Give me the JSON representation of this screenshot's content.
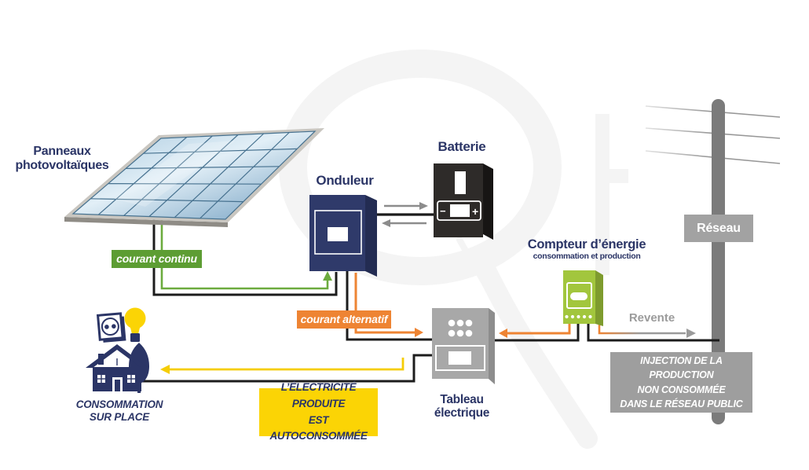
{
  "title_labels": {
    "panels_line1": "Panneaux",
    "panels_line2": "photovoltaïques",
    "inverter": "Onduleur",
    "battery": "Batterie",
    "meter_title": "Compteur d’énergie",
    "meter_subtitle": "consommation et production",
    "switchboard_line1": "Tableau",
    "switchboard_line2": "électrique",
    "grid": "Réseau",
    "resale": "Revente",
    "consumption_line1": "CONSOMMATION",
    "consumption_line2": "SUR PLACE"
  },
  "flow_labels": {
    "dc": "courant continu",
    "ac": "courant alternatif",
    "self_consumed_line1": "L’ÉLECTRICITÉ PRODUITE",
    "self_consumed_line2": "EST AUTOCONSOMMÉE",
    "injection_line1": "INJECTION DE LA PRODUCTION",
    "injection_line2": "NON CONSOMMÉE",
    "injection_line3": "DANS LE RÉSEAU PUBLIC"
  },
  "battery_terminals": {
    "minus": "−",
    "plus": "+"
  },
  "colors": {
    "navy": "#2b3566",
    "inverter_front": "#2f3a6a",
    "inverter_side": "#232c52",
    "battery_front": "#2e2b29",
    "battery_side": "#171514",
    "meter_front": "#a2c63d",
    "meter_side": "#7e9b2e",
    "switchboard_front": "#a8a8a8",
    "switchboard_side": "#8d8d8d",
    "tag_green": "#5d9d33",
    "wire_green": "#6cab3e",
    "orange": "#ee8433",
    "yellow": "#fbd405",
    "wire_black": "#1c1c1c",
    "gray_arrow": "#8c8c8c",
    "gray_text": "#9b9b9b",
    "gray_box": "#9e9e9e",
    "pole_gray": "#7b7b7b"
  }
}
